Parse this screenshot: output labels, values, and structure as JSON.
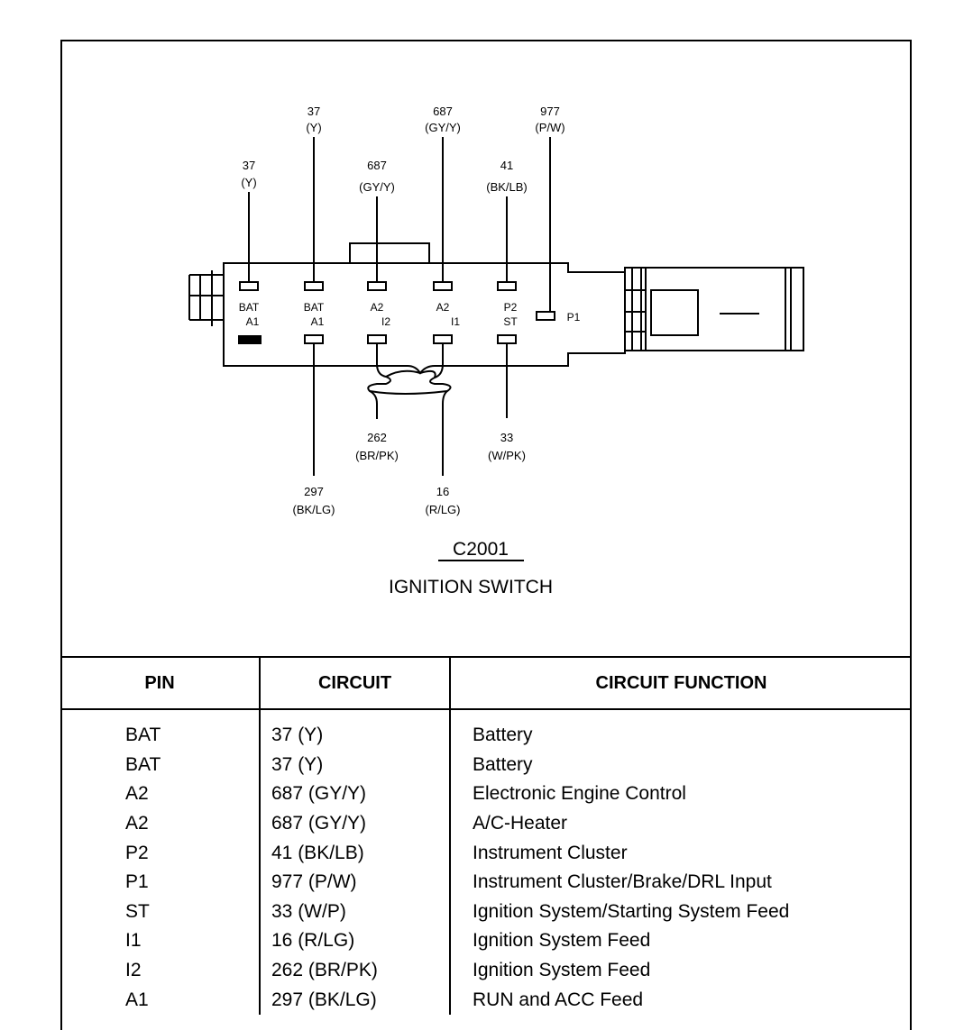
{
  "connector": {
    "id": "C2001",
    "name": "IGNITION SWITCH"
  },
  "wires": [
    {
      "circuit": "37",
      "color": "(Y)"
    },
    {
      "circuit": "37",
      "color": "(Y)"
    },
    {
      "circuit": "687",
      "color": "(GY/Y)"
    },
    {
      "circuit": "687",
      "color": "(GY/Y)"
    },
    {
      "circuit": "41",
      "color": "(BK/LB)"
    },
    {
      "circuit": "977",
      "color": "(P/W)"
    },
    {
      "circuit": "262",
      "color": "(BR/PK)"
    },
    {
      "circuit": "33",
      "color": "(W/PK)"
    },
    {
      "circuit": "297",
      "color": "(BK/LG)"
    },
    {
      "circuit": "16",
      "color": "(R/LG)"
    }
  ],
  "pin_labels": {
    "bat_left": "BAT",
    "a1_left": "A1",
    "bat_mid": "BAT",
    "a1_mid": "A1",
    "a2_left": "A2",
    "i2": "I2",
    "a2_right": "A2",
    "i1": "I1",
    "p2": "P2",
    "st": "ST",
    "p1": "P1"
  },
  "table": {
    "headers": [
      "PIN",
      "CIRCUIT",
      "CIRCUIT FUNCTION"
    ],
    "rows": [
      {
        "pin": "BAT",
        "circuit": "37 (Y)",
        "function": "Battery"
      },
      {
        "pin": "BAT",
        "circuit": "37 (Y)",
        "function": "Battery"
      },
      {
        "pin": "A2",
        "circuit": "687 (GY/Y)",
        "function": "Electronic Engine Control"
      },
      {
        "pin": "A2",
        "circuit": "687 (GY/Y)",
        "function": "A/C-Heater"
      },
      {
        "pin": "P2",
        "circuit": "41 (BK/LB)",
        "function": "Instrument Cluster"
      },
      {
        "pin": "P1",
        "circuit": "977 (P/W)",
        "function": "Instrument Cluster/Brake/DRL Input"
      },
      {
        "pin": "ST",
        "circuit": "33 (W/P)",
        "function": "Ignition System/Starting System Feed"
      },
      {
        "pin": "I1",
        "circuit": "16 (R/LG)",
        "function": "Ignition System Feed"
      },
      {
        "pin": "I2",
        "circuit": "262 (BR/PK)",
        "function": "Ignition System Feed"
      },
      {
        "pin": "A1",
        "circuit": "297 (BK/LG)",
        "function": "RUN and ACC Feed"
      }
    ]
  }
}
